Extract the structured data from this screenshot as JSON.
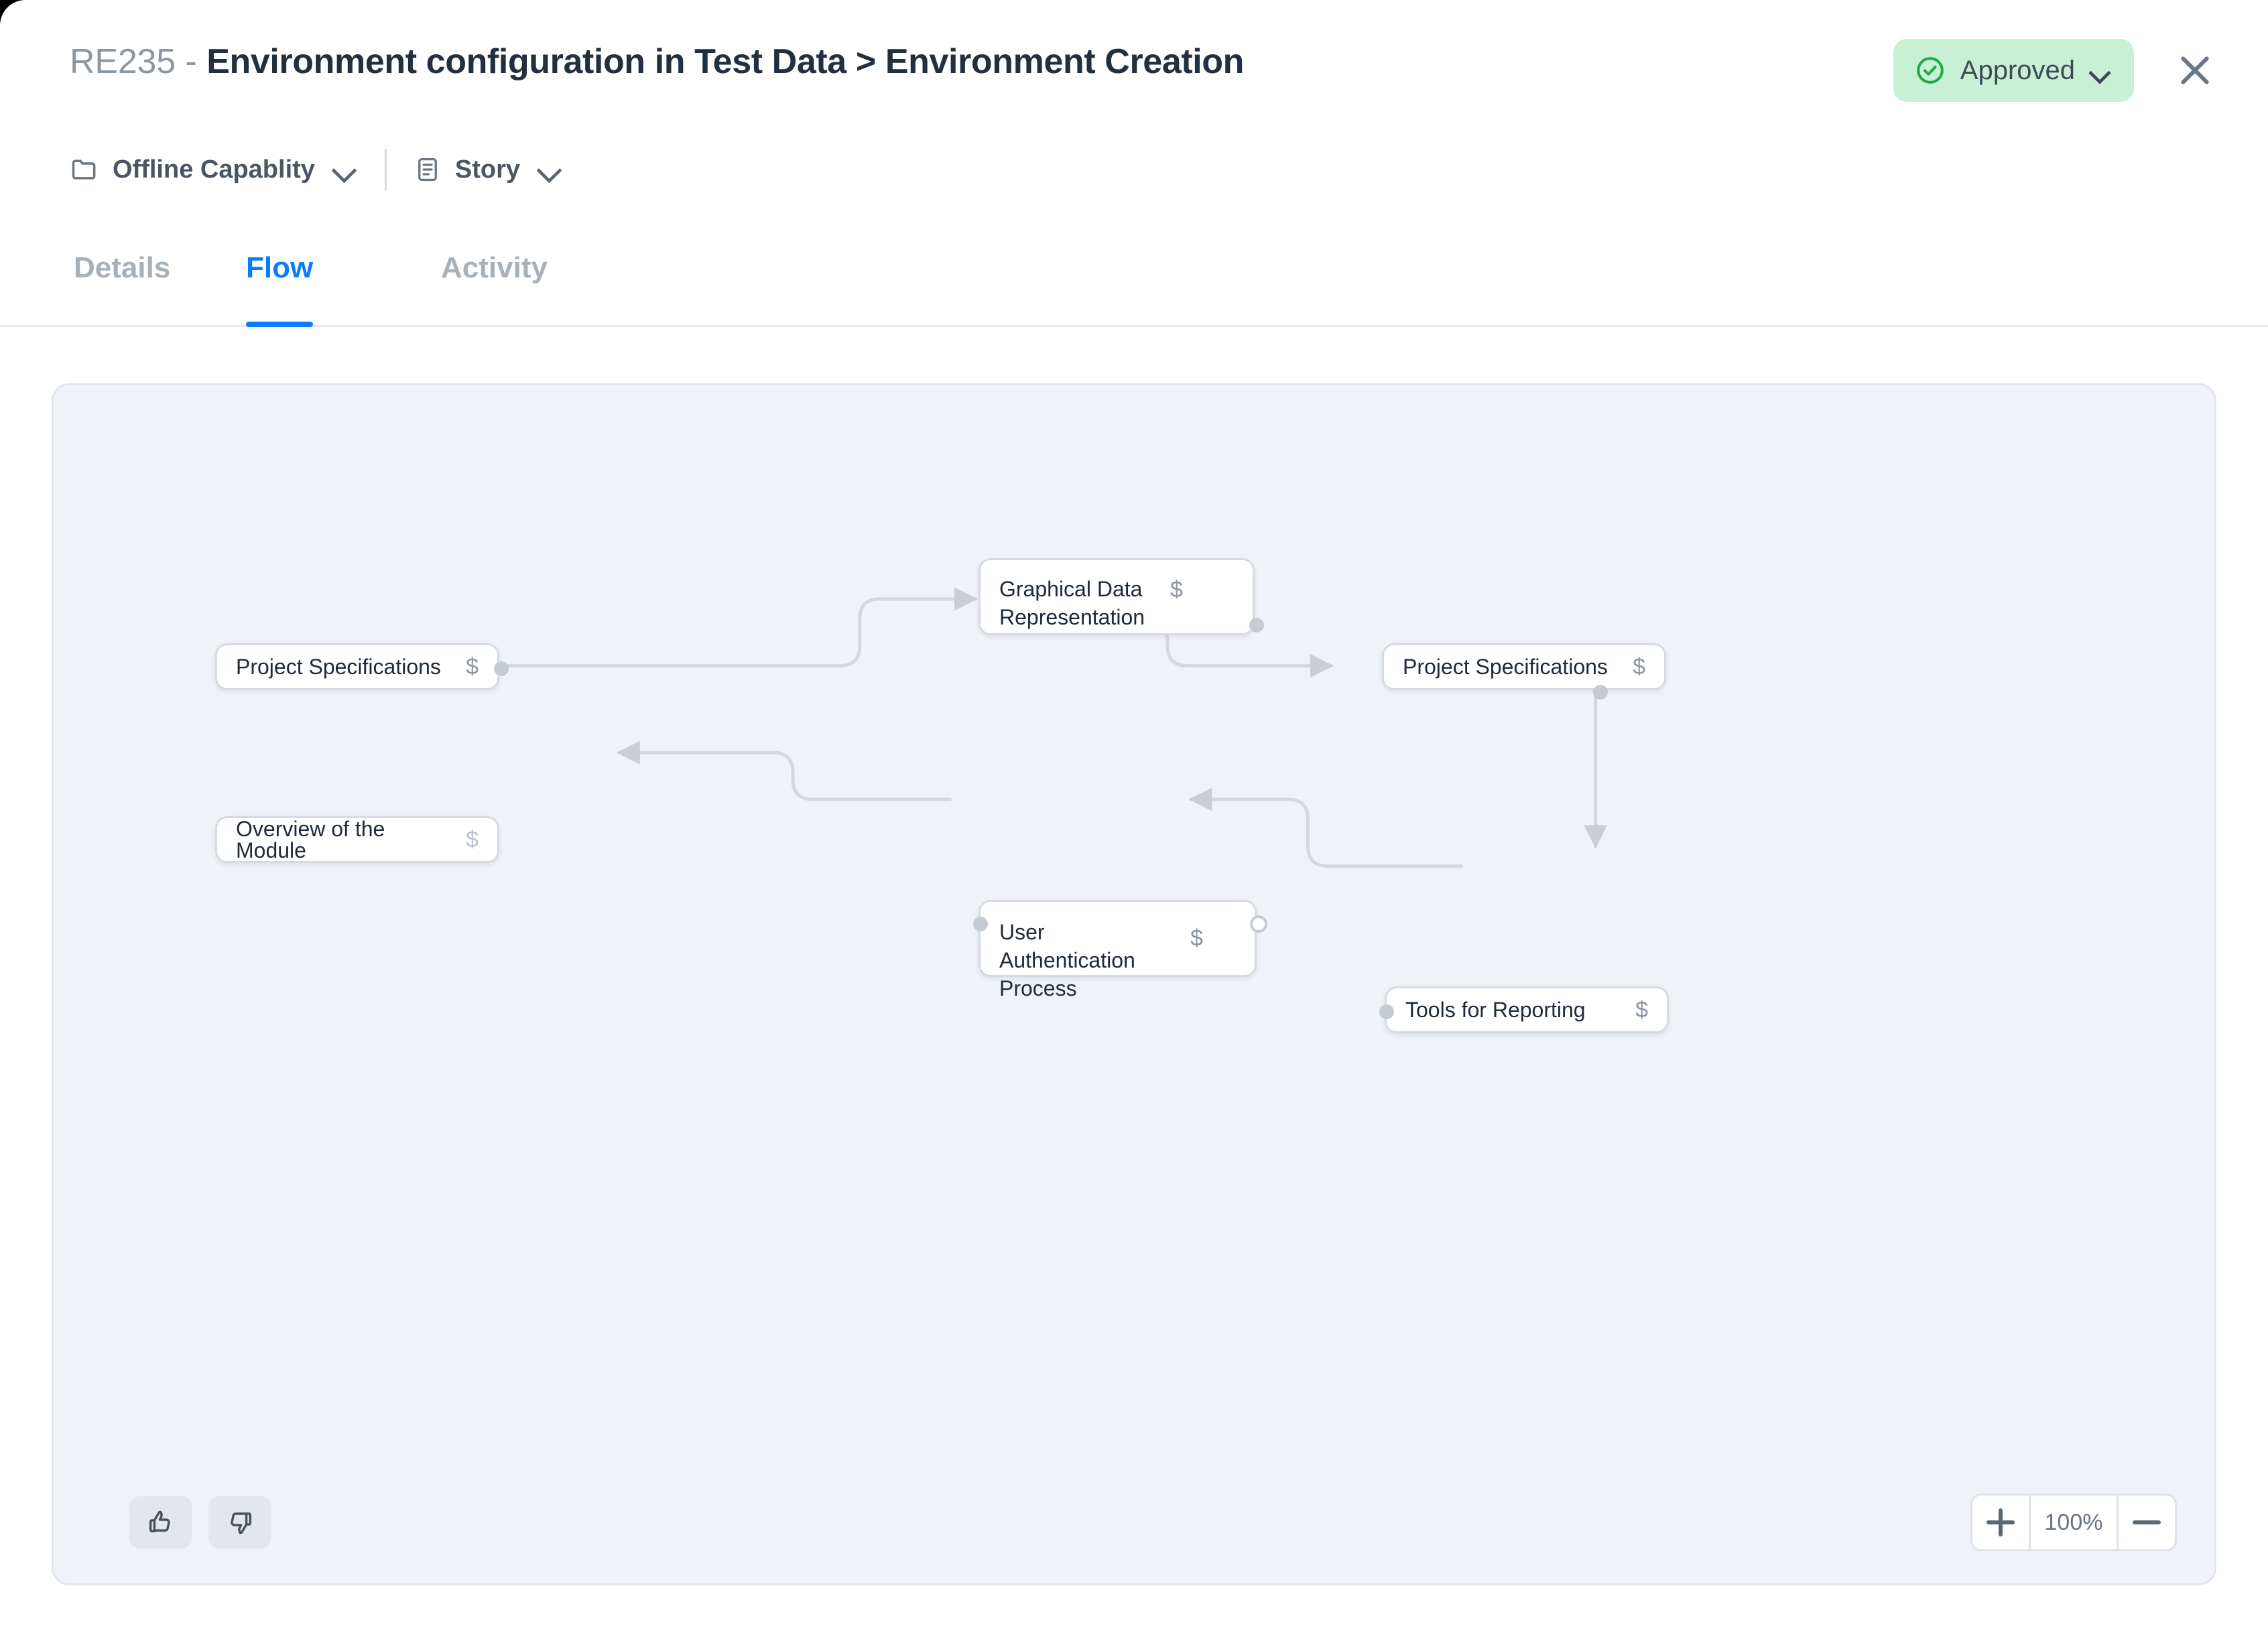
{
  "header": {
    "title_id": "RE235",
    "title_separator": " - ",
    "title_text": "Environment configuration in Test Data > Environment Creation",
    "status": {
      "label": "Approved",
      "icon": "check-circle-icon",
      "color": "#c8f0d5",
      "icon_color": "#21a84a",
      "chevron": "chevron-down-icon"
    },
    "close_icon": "close-icon",
    "meta": [
      {
        "icon": "folder-icon",
        "label": "Offline Capablity",
        "chevron": "chevron-down-icon"
      },
      {
        "icon": "story-book-icon",
        "label": "Story",
        "chevron": "chevron-down-icon"
      }
    ]
  },
  "tabs": [
    {
      "label": "Details",
      "active": false
    },
    {
      "label": "Flow",
      "active": true
    },
    {
      "label": "Activity",
      "active": false
    }
  ],
  "accent_color": "#0b7cff",
  "canvas": {
    "background": "#eff2f7",
    "nodes": [
      {
        "id": "n1",
        "label": "Project Specifications",
        "badge": "$",
        "badge_align": "center"
      },
      {
        "id": "n2",
        "label": "Graphical Data Representation",
        "badge": "$",
        "badge_align": "top"
      },
      {
        "id": "n3",
        "label": "Project Specifications",
        "badge": "$",
        "badge_align": "center"
      },
      {
        "id": "n4",
        "label": "Overview of the Module",
        "badge": "$",
        "badge_align": "center"
      },
      {
        "id": "n5",
        "label": "User Authentication Process",
        "badge": "$",
        "badge_align": "middle"
      },
      {
        "id": "n6",
        "label": "Tools for Reporting",
        "badge": "$",
        "badge_align": "center"
      }
    ],
    "edges": [
      {
        "from": "n1",
        "to": "n2"
      },
      {
        "from": "n2",
        "to": "n3"
      },
      {
        "from": "n3",
        "to": "n6"
      },
      {
        "from": "n5",
        "to": "n4"
      },
      {
        "from": "n6",
        "to": "n5"
      }
    ]
  },
  "footer": {
    "thumbs_up_icon": "thumbs-up-icon",
    "thumbs_down_icon": "thumbs-down-icon",
    "zoom_in_icon": "plus-icon",
    "zoom_out_icon": "minus-icon",
    "zoom_level": "100%"
  }
}
